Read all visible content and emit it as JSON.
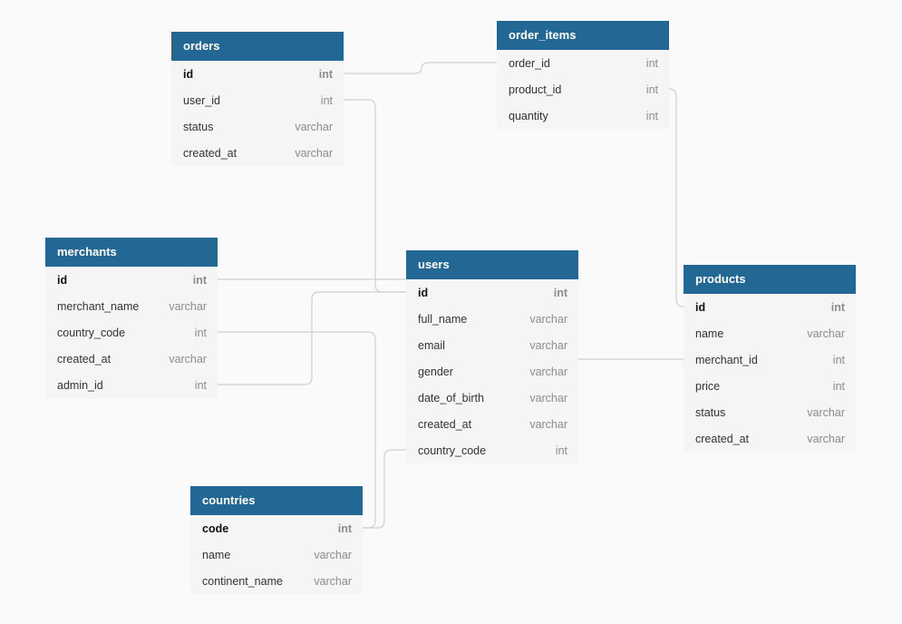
{
  "tables": {
    "orders": {
      "name": "orders",
      "fields": [
        {
          "name": "id",
          "type": "int",
          "pk": true
        },
        {
          "name": "user_id",
          "type": "int"
        },
        {
          "name": "status",
          "type": "varchar"
        },
        {
          "name": "created_at",
          "type": "varchar"
        }
      ]
    },
    "order_items": {
      "name": "order_items",
      "fields": [
        {
          "name": "order_id",
          "type": "int"
        },
        {
          "name": "product_id",
          "type": "int"
        },
        {
          "name": "quantity",
          "type": "int"
        }
      ]
    },
    "merchants": {
      "name": "merchants",
      "fields": [
        {
          "name": "id",
          "type": "int",
          "pk": true
        },
        {
          "name": "merchant_name",
          "type": "varchar"
        },
        {
          "name": "country_code",
          "type": "int"
        },
        {
          "name": "created_at",
          "type": "varchar"
        },
        {
          "name": "admin_id",
          "type": "int"
        }
      ]
    },
    "users": {
      "name": "users",
      "fields": [
        {
          "name": "id",
          "type": "int",
          "pk": true
        },
        {
          "name": "full_name",
          "type": "varchar"
        },
        {
          "name": "email",
          "type": "varchar"
        },
        {
          "name": "gender",
          "type": "varchar"
        },
        {
          "name": "date_of_birth",
          "type": "varchar"
        },
        {
          "name": "created_at",
          "type": "varchar"
        },
        {
          "name": "country_code",
          "type": "int"
        }
      ]
    },
    "products": {
      "name": "products",
      "fields": [
        {
          "name": "id",
          "type": "int",
          "pk": true
        },
        {
          "name": "name",
          "type": "varchar"
        },
        {
          "name": "merchant_id",
          "type": "int"
        },
        {
          "name": "price",
          "type": "int"
        },
        {
          "name": "status",
          "type": "varchar"
        },
        {
          "name": "created_at",
          "type": "varchar"
        }
      ]
    },
    "countries": {
      "name": "countries",
      "fields": [
        {
          "name": "code",
          "type": "int",
          "pk": true
        },
        {
          "name": "name",
          "type": "varchar"
        },
        {
          "name": "continent_name",
          "type": "varchar"
        }
      ]
    }
  },
  "colors": {
    "header": "#236895",
    "body": "#f5f5f5",
    "link": "#cfcfcf",
    "background": "#fafafa"
  }
}
